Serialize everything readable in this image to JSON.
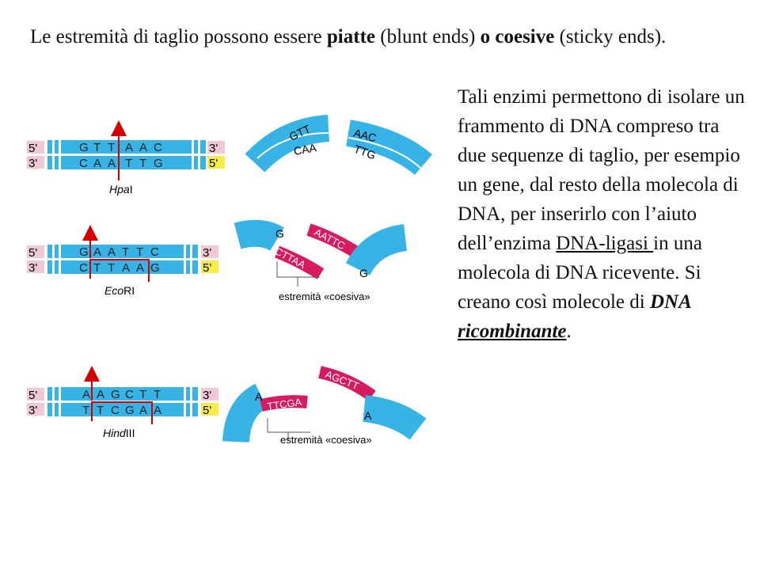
{
  "intro": {
    "part1": "Le estremità di taglio possono essere ",
    "bold1": "piatte",
    "part2": " (blunt ends)  ",
    "bold2": "o coesive",
    "part3": " (sticky ends)."
  },
  "side": {
    "part1": "Tali enzimi permettono di isolare un frammento di DNA compreso tra due sequenze di taglio, per esempio un gene, dal resto della molecola di DNA, per inserirlo con l’aiuto dell’enzima ",
    "underlined": "DNA-ligasi ",
    "part2": "in una molecola di DNA ricevente. Si creano così molecole di ",
    "bold_italic1": "DNA",
    "part3": " ",
    "bold_italic2": "ricombinante",
    "part4": "."
  },
  "colors": {
    "strand_blue": "#37b3e6",
    "sticky_magenta": "#d81b60",
    "label_pink": "#f0c9d6",
    "label_yellow": "#f7ec4a",
    "arrow_red": "#d40000"
  },
  "enzymes": [
    {
      "name_prefix": "Hpa",
      "name_suffix": "I",
      "end_5_left": "5'",
      "end_3_left": "3'",
      "end_3_right": "3'",
      "end_5_right": "5'",
      "top_seq": [
        "G",
        "T",
        "T",
        "A",
        "A",
        "C"
      ],
      "bottom_seq": [
        "C",
        "A",
        "A",
        "T",
        "T",
        "G"
      ],
      "frag_left_top": "GTT",
      "frag_left_bottom": "CAA",
      "frag_right_top": "AAC",
      "frag_right_bottom": "TTG"
    },
    {
      "name_prefix": "Eco",
      "name_suffix": "RI",
      "end_5_left": "5'",
      "end_3_left": "3'",
      "end_3_right": "3'",
      "end_5_right": "5'",
      "top_seq": [
        "G",
        "A",
        "A",
        "T",
        "T",
        "C"
      ],
      "bottom_seq": [
        "C",
        "T",
        "T",
        "A",
        "A",
        "G"
      ],
      "frag_left_top": "G",
      "frag_left_sticky": "CTTAA",
      "frag_right_sticky": "AATTC",
      "frag_right_bottom": "G",
      "sticky_label": "estremità «coesiva»"
    },
    {
      "name_prefix": "Hind",
      "name_suffix": "III",
      "end_5_left": "5'",
      "end_3_left": "3'",
      "end_3_right": "3'",
      "end_5_right": "5'",
      "top_seq": [
        "A",
        "A",
        "G",
        "C",
        "T",
        "T"
      ],
      "bottom_seq": [
        "T",
        "T",
        "C",
        "G",
        "A",
        "A"
      ],
      "frag_left_top": "A",
      "frag_left_sticky": "TTCGA",
      "frag_right_sticky": "AGCTT",
      "frag_right_bottom": "A",
      "sticky_label": "estremità «coesiva»"
    }
  ]
}
